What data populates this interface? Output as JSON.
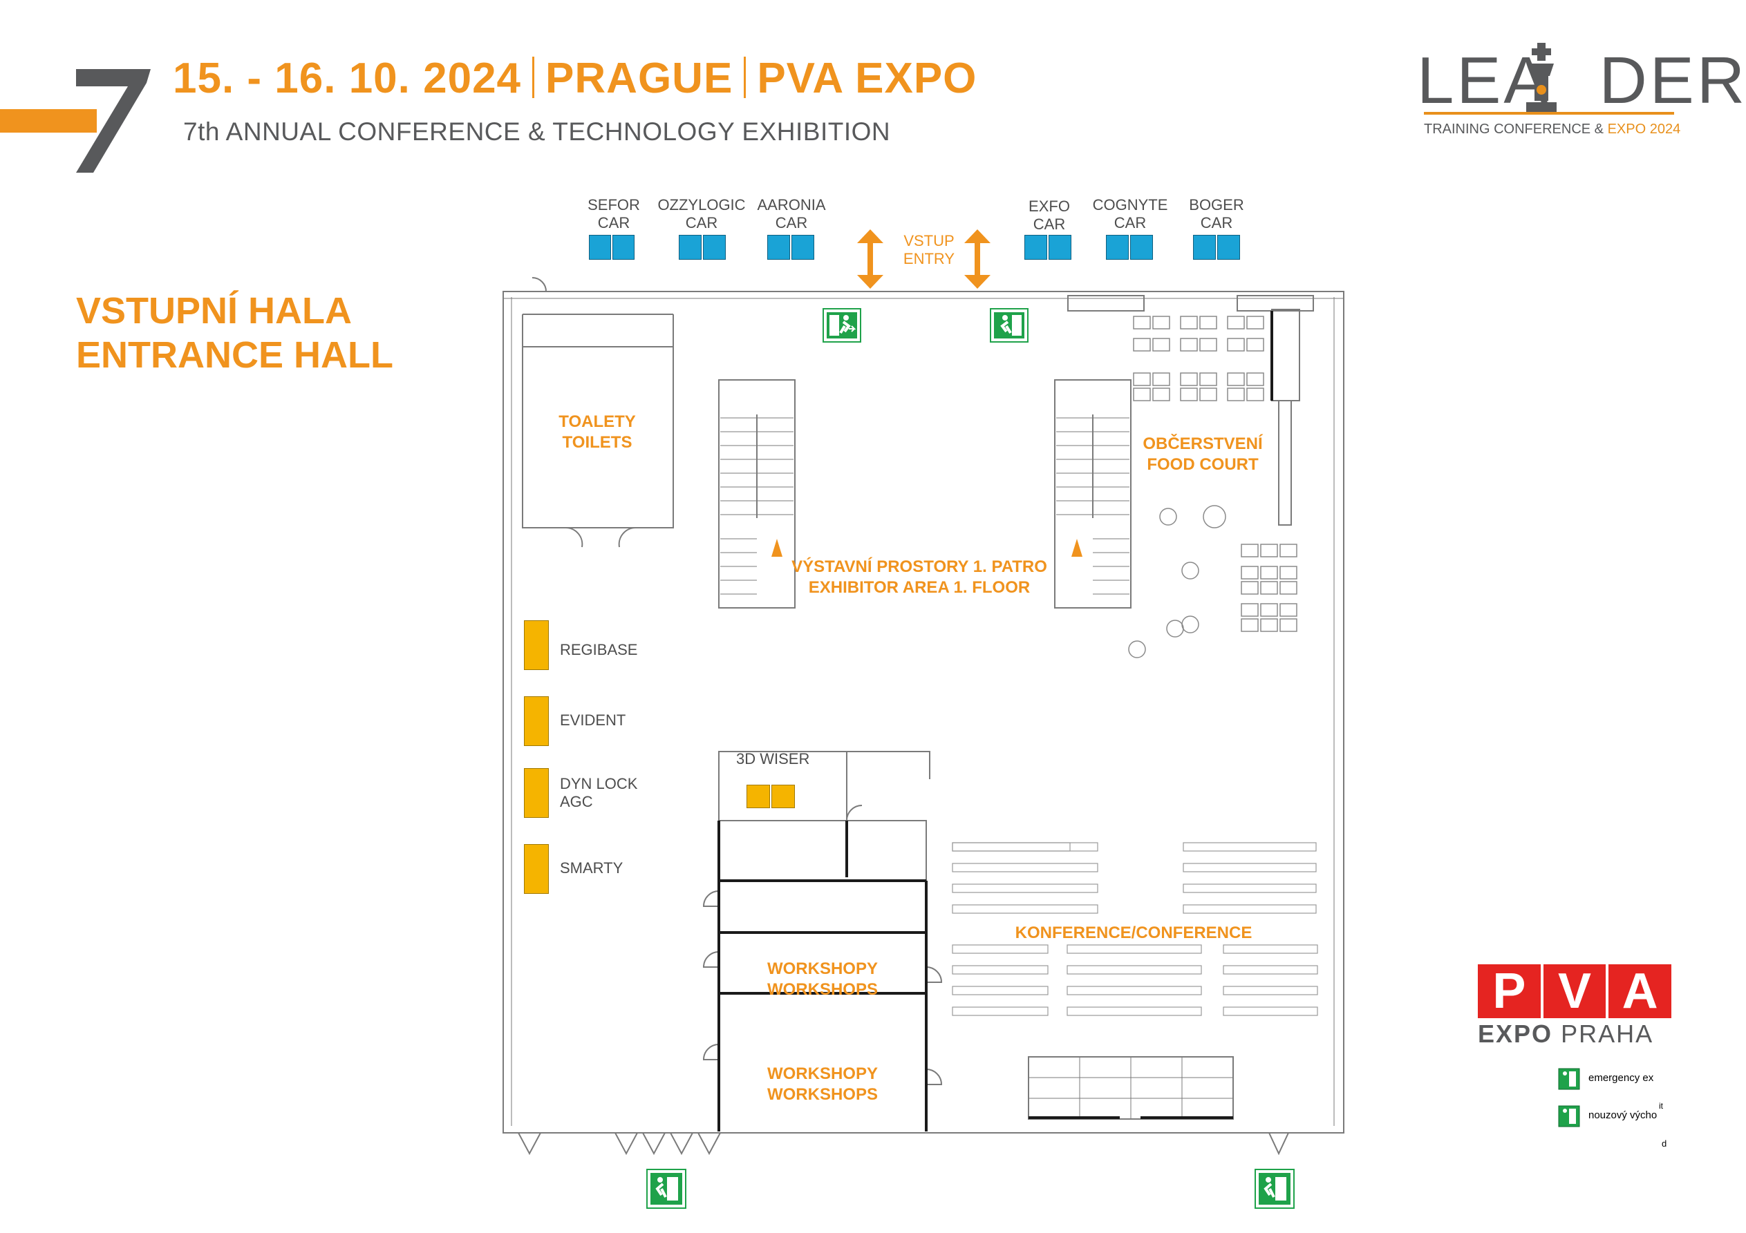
{
  "header": {
    "big_number": "7",
    "date_parts": [
      "15. - 16. 10. 2024",
      "PRAGUE",
      "PVA EXPO"
    ],
    "subtitle": "7th ANNUAL CONFERENCE & TECHNOLOGY EXHIBITION"
  },
  "logo": {
    "word_left": "LEA",
    "word_right": "DER",
    "tagline": "TRAINING CONFERENCE & ",
    "tagline_hl": "EXPO 2024"
  },
  "hall_title": [
    "VSTUPNÍ HALA",
    "ENTRANCE HALL"
  ],
  "cars": [
    {
      "line1": "SEFOR",
      "line2": "CAR"
    },
    {
      "line1": "OZZYLOGIC",
      "line2": "CAR"
    },
    {
      "line1": "AARONIA",
      "line2": "CAR"
    },
    {
      "line1": "EXFO",
      "line2": "CAR"
    },
    {
      "line1": "COGNYTE",
      "line2": "CAR"
    },
    {
      "line1": "BOGER",
      "line2": "CAR"
    }
  ],
  "entry": {
    "line1": "VSTUP",
    "line2": "ENTRY"
  },
  "zones": {
    "toilets": [
      "TOALETY",
      "TOILETS"
    ],
    "food_court": [
      "OBČERSTVENÍ",
      "FOOD COURT"
    ],
    "exhibitor": [
      "VÝSTAVNÍ PROSTORY 1. PATRO",
      "EXHIBITOR AREA 1. FLOOR"
    ],
    "conference": "KONFERENCE/CONFERENCE",
    "workshop1": [
      "WORKSHOPY",
      "WORKSHOPS"
    ],
    "workshop2": [
      "WORKSHOPY",
      "WORKSHOPS"
    ]
  },
  "booths": [
    {
      "label": "REGIBASE"
    },
    {
      "label": "EVIDENT"
    },
    {
      "label": "DYN LOCK\nAGC"
    },
    {
      "label": "SMARTY"
    }
  ],
  "booth_3d": "3D WISER",
  "pva": {
    "letters": [
      "P",
      "V",
      "A"
    ],
    "expo": "EXPO",
    "praha": "PRAHA"
  },
  "legend": {
    "item1": "emergency ex",
    "item2": "nouzový vých",
    "tail1": "o",
    "tail2": "it",
    "tail3": "d"
  },
  "colors": {
    "orange": "#f0931e",
    "car_blue": "#1aa3d6",
    "booth_yellow": "#f5b400",
    "exit_green": "#1fa24a",
    "pva_red": "#e52421",
    "grey": "#58595b"
  }
}
